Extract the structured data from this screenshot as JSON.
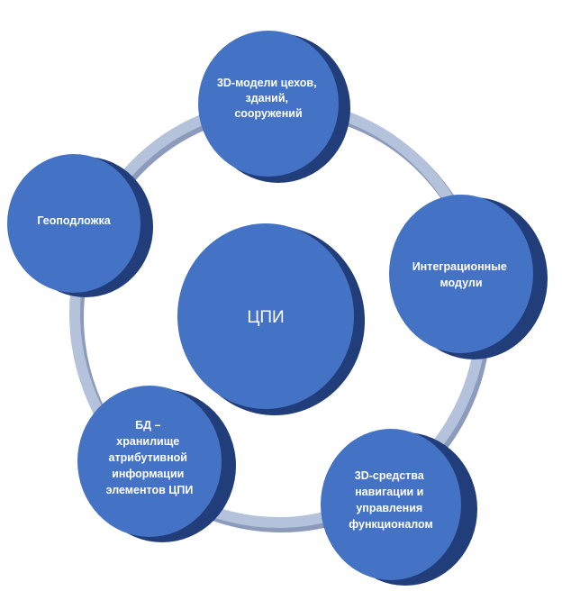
{
  "diagram": {
    "center": {
      "label": "ЦПИ"
    },
    "nodes": [
      {
        "id": "models",
        "lines": [
          "3D-модели цехов,",
          "зданий,",
          "сооружений"
        ]
      },
      {
        "id": "integration",
        "lines": [
          "Интеграционные",
          "модули"
        ]
      },
      {
        "id": "navigation",
        "lines": [
          "3D-средства",
          "навигации и",
          "управления",
          "функционалом"
        ]
      },
      {
        "id": "database",
        "lines": [
          "БД –",
          "хранилище",
          "атрибутивной",
          "информации",
          "элементов ЦПИ"
        ]
      },
      {
        "id": "geobase",
        "lines": [
          "Геоподложка"
        ]
      }
    ],
    "colors": {
      "node_fill": "#4472c4",
      "node_side": "#213d7a",
      "ring_fill": "#b4c2dc",
      "ring_shadow": "#8c9bbb"
    }
  }
}
